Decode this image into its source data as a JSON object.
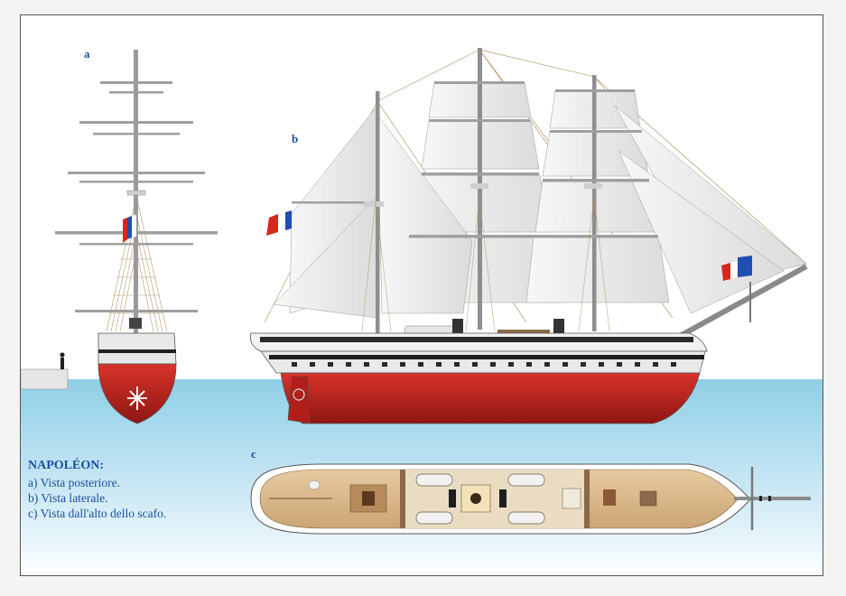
{
  "labels": {
    "a": "a",
    "b": "b",
    "c": "c"
  },
  "caption": {
    "title": "NAPOLÉON:",
    "lines": [
      "a) Vista posteriore.",
      "b) Vista laterale.",
      "c) Vista dall'alto dello scafo."
    ]
  },
  "colors": {
    "hull_red": "#c0231e",
    "hull_black": "#1e1e1e",
    "deck_wood": "#d9b98a",
    "sea": "#8fcfe6",
    "text_blue": "#1a4f9c",
    "sail": "#f1f1f1"
  },
  "icons": {
    "flag": "french-tricolor-flag-icon",
    "person": "person-silhouette-icon",
    "propeller": "propeller-icon"
  }
}
